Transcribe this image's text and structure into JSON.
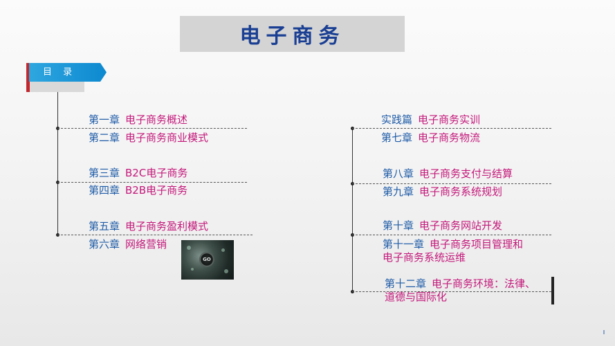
{
  "title": "电子商务",
  "toc_label": "目 录",
  "left_chapters": [
    {
      "num": "第一章",
      "name": "电子商务概述"
    },
    {
      "num": "第二章",
      "name": "电子商务商业模式"
    },
    {
      "num": "第三章",
      "name": "B2C电子商务"
    },
    {
      "num": "第四章",
      "name": "B2B电子商务"
    },
    {
      "num": "第五章",
      "name": "电子商务盈利模式"
    },
    {
      "num": "第六章",
      "name": "网络营销"
    }
  ],
  "right_chapters": [
    {
      "num": "实践篇",
      "name": "电子商务实训"
    },
    {
      "num": "第七章",
      "name": "电子商务物流"
    },
    {
      "num": "第八章",
      "name": "电子商务支付与结算"
    },
    {
      "num": "第九章",
      "name": "电子商务系统规划"
    },
    {
      "num": "第十章",
      "name": "电子商务网站开发"
    },
    {
      "num": "第十一章",
      "name": "电子商务项目管理和",
      "name2": "电子商务系统运维"
    },
    {
      "num": "第十二章",
      "name": "电子商务环境：法律、",
      "name2": "道德与国际化"
    }
  ],
  "photo_text": "GO",
  "colors": {
    "title": "#1a3f93",
    "chapter_num": "#1f5ca8",
    "chapter_name": "#c4187b",
    "tab": "#0d89d0",
    "tab_edge": "#c0282d"
  },
  "icons": {
    "photo": "camera-lens-photo"
  }
}
